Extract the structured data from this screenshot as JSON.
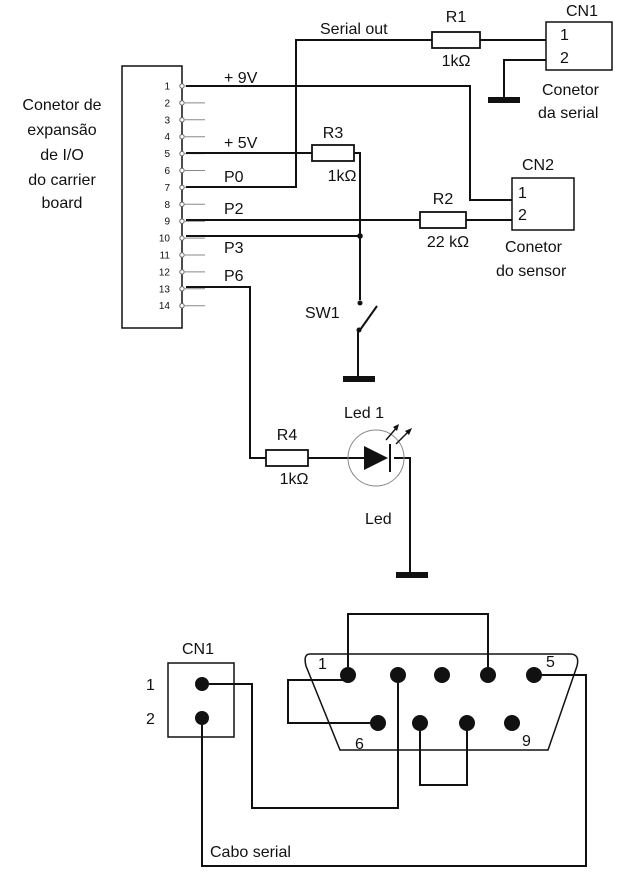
{
  "header_connector": {
    "title_lines": [
      "Conetor de",
      "expansão",
      "de I/O",
      "do carrier",
      "board"
    ],
    "pin_numbers": [
      "1",
      "2",
      "3",
      "4",
      "5",
      "6",
      "7",
      "8",
      "9",
      "10",
      "11",
      "12",
      "13",
      "14"
    ]
  },
  "net_labels": {
    "plus9v": "+ 9V",
    "plus5v": "+ 5V",
    "p0": "P0",
    "p2": "P2",
    "p3": "P3",
    "p6": "P6",
    "serial_out": "Serial out"
  },
  "components": {
    "r1": {
      "name": "R1",
      "value": "1kΩ"
    },
    "r2": {
      "name": "R2",
      "value": "22 kΩ"
    },
    "r3": {
      "name": "R3",
      "value": "1kΩ"
    },
    "r4": {
      "name": "R4",
      "value": "1kΩ"
    },
    "sw1": {
      "name": "SW1"
    },
    "led1": {
      "name": "Led 1",
      "caption": "Led"
    },
    "cn1": {
      "name": "CN1",
      "pin1": "1",
      "pin2": "2",
      "caption_lines": [
        "Conetor",
        "da serial"
      ]
    },
    "cn2": {
      "name": "CN2",
      "pin1": "1",
      "pin2": "2",
      "caption_lines": [
        "Conetor",
        "do sensor"
      ]
    }
  },
  "cable_diagram": {
    "cn1_name": "CN1",
    "cn1_pin1": "1",
    "cn1_pin2": "2",
    "db9_label_1": "1",
    "db9_label_5": "5",
    "db9_label_6": "6",
    "db9_label_9": "9",
    "cable_caption": "Cabo serial"
  }
}
